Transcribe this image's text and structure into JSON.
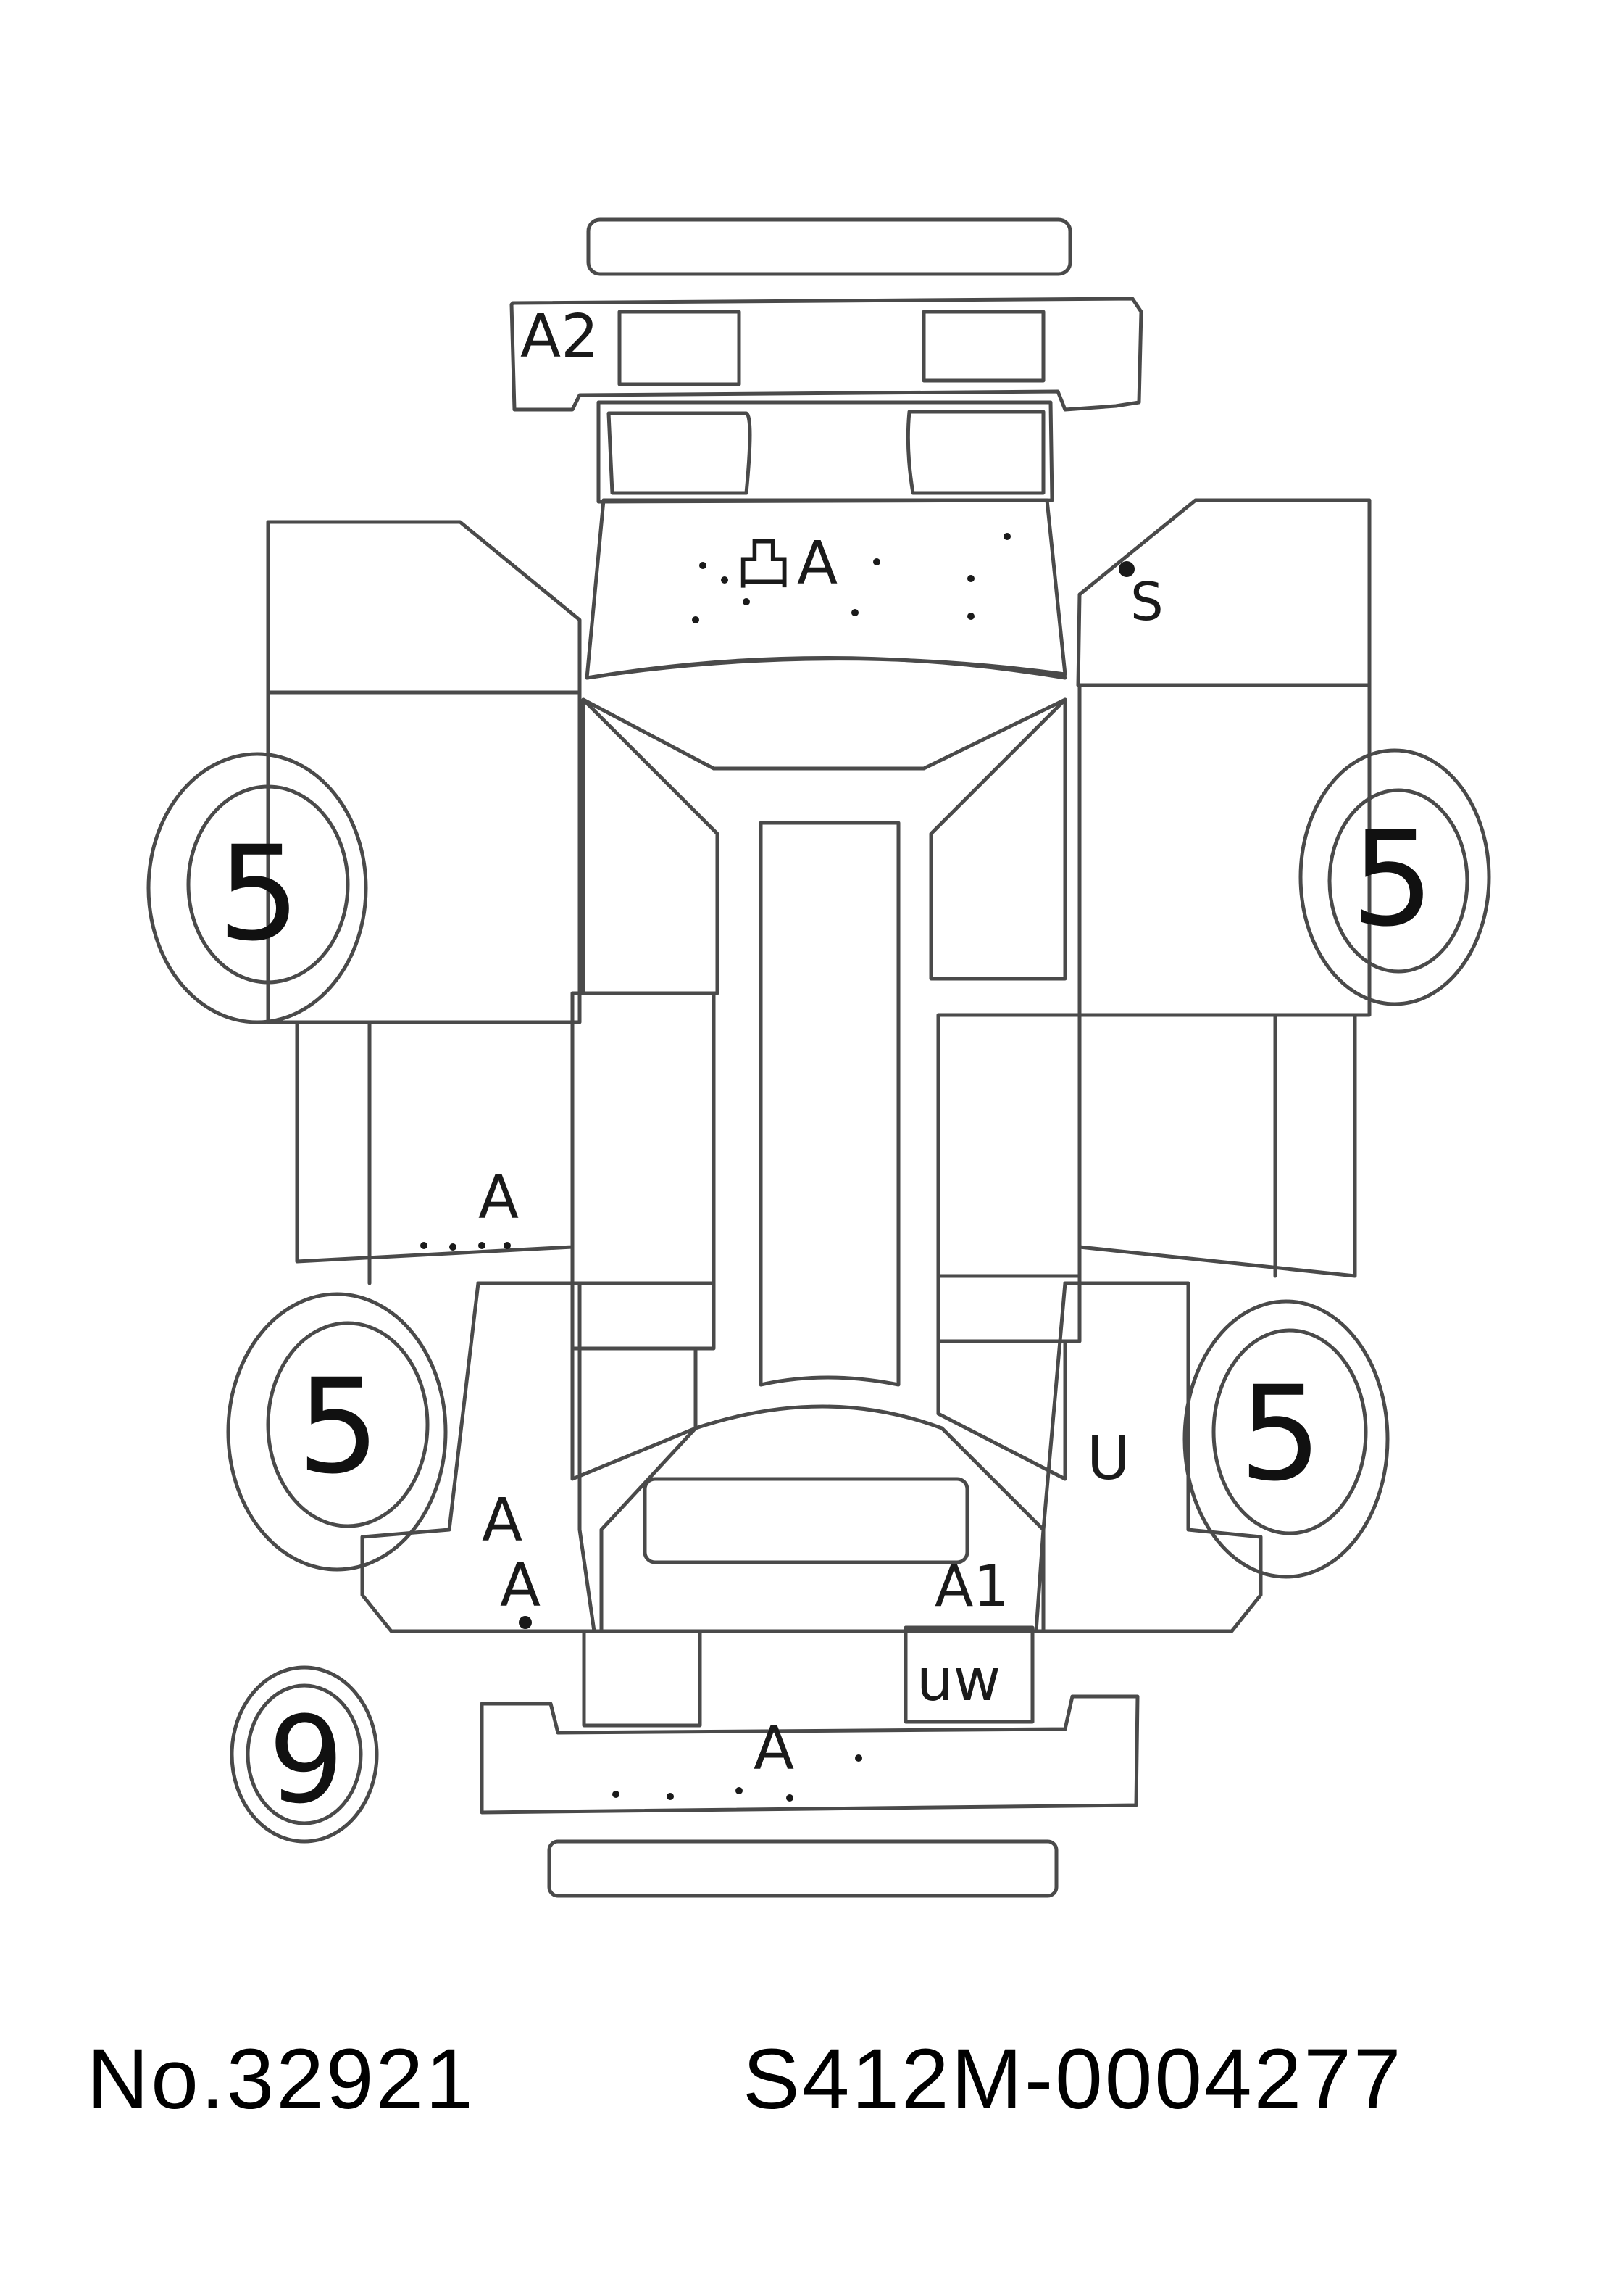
{
  "marks": {
    "rear_bumper_code": "A2",
    "hood_code": "A",
    "hood_kanji": "凸",
    "right_fender_code": "S",
    "left_side_code": "A",
    "left_rear_upper": "A",
    "left_rear_lower": "A",
    "right_rear_code": "U",
    "right_front_light_code": "A1",
    "right_front_light_extra": "uw",
    "front_bumper_code": "A"
  },
  "tires": {
    "rear_left": "5",
    "rear_right": "5",
    "front_left": "5",
    "front_right": "5",
    "spare": "9"
  },
  "footer": {
    "lot_number": "No.32921",
    "chassis_number": "S412M-0004277"
  }
}
